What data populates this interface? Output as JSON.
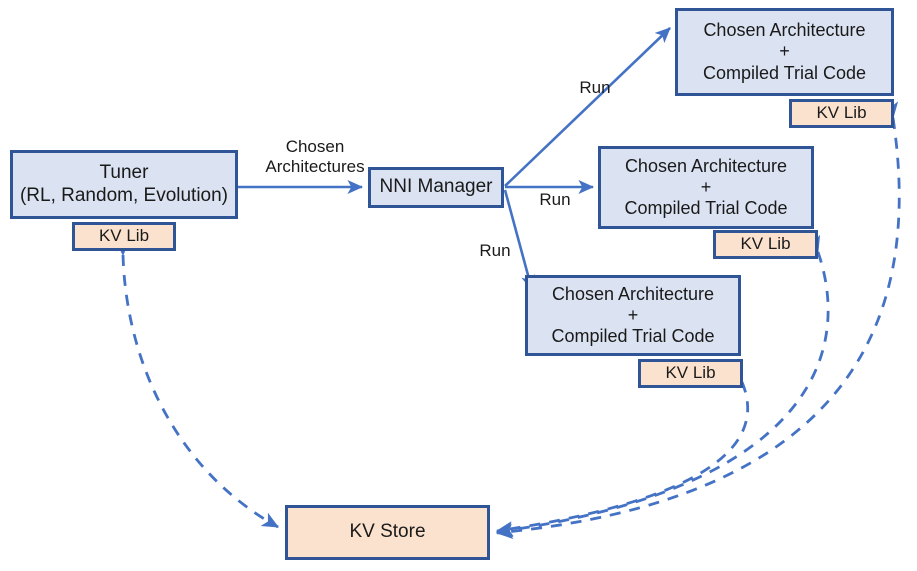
{
  "diagram": {
    "title": "NNI Tuner / Trial / KV Store architecture diagram",
    "colors": {
      "box_blue_fill": "#dbe2f1",
      "box_peach_fill": "#fbe2cf",
      "box_border": "#2f5597",
      "arrow_solid": "#4472c4",
      "arrow_dashed": "#4472c4",
      "text": "#1a1a1a",
      "background": "#ffffff"
    },
    "nodes": {
      "tuner": "Tuner\n(RL, Random, Evolution)",
      "tuner_kv_lib": "KV Lib",
      "nni_manager": "NNI Manager",
      "trial_top": "Chosen Architecture\n+\nCompiled Trial Code",
      "trial_top_kv_lib": "KV Lib",
      "trial_mid": "Chosen Architecture\n+\nCompiled Trial Code",
      "trial_mid_kv_lib": "KV Lib",
      "trial_bottom": "Chosen Architecture\n+\nCompiled Trial Code",
      "trial_bottom_kv_lib": "KV Lib",
      "kv_store": "KV Store"
    },
    "edge_labels": {
      "chosen_architectures": "Chosen\nArchitectures",
      "run_top": "Run",
      "run_mid": "Run",
      "run_bottom": "Run"
    }
  }
}
